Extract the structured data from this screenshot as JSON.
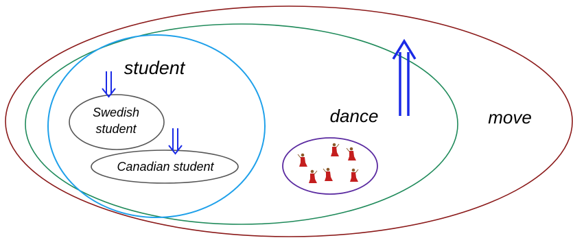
{
  "labels": {
    "move": "move",
    "dance": "dance",
    "student": "student",
    "swedish_line1": "Swedish",
    "swedish_line2": "student",
    "canadian": "Canadian student"
  },
  "colors": {
    "move_ellipse": "#8b1a1a",
    "dance_ellipse": "#1f8a5a",
    "student_ellipse": "#1ea0ea",
    "inner_ellipses": "#555555",
    "dancers_ellipse": "#5a2aa0",
    "arrows": "#1a2ae6",
    "dancer_figures": "#c41e1e"
  },
  "icons": {
    "dancer": "dancer-figure-icon",
    "arrow_down": "double-arrow-down-icon",
    "arrow_up": "double-arrow-up-icon"
  },
  "dancer_count": 6
}
